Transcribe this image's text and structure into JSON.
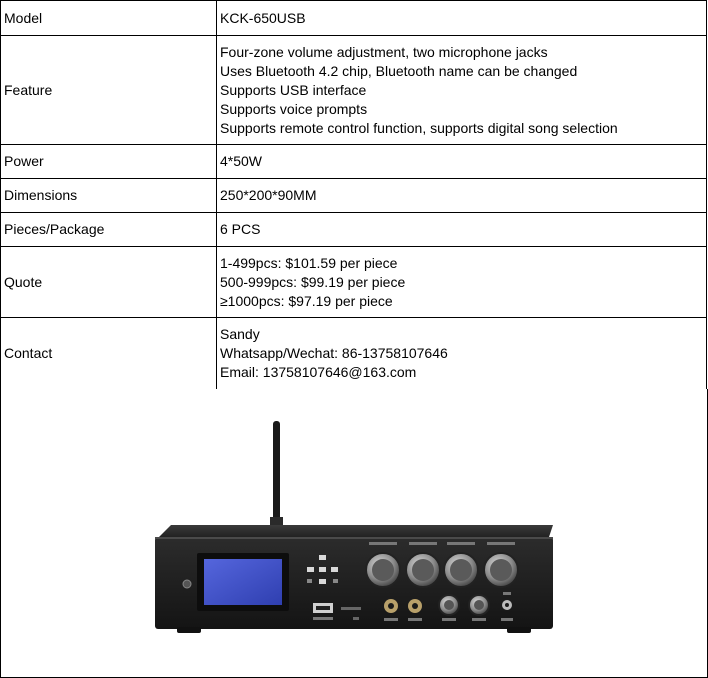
{
  "rows": [
    {
      "label": "Model",
      "lines": [
        "KCK-650USB"
      ],
      "shaded": true
    },
    {
      "label": "Feature",
      "lines": [
        "Four-zone volume adjustment, two microphone jacks",
        "Uses Bluetooth 4.2 chip, Bluetooth name can be changed",
        "Supports USB interface",
        "Supports voice prompts",
        "Supports remote control function, supports digital song selection"
      ],
      "shaded": false
    },
    {
      "label": "Power",
      "lines": [
        "4*50W"
      ],
      "shaded": true
    },
    {
      "label": "Dimensions",
      "lines": [
        "250*200*90MM"
      ],
      "shaded": false
    },
    {
      "label": "Pieces/Package",
      "lines": [
        "6 PCS"
      ],
      "shaded": true
    },
    {
      "label": "Quote",
      "lines": [
        "1-499pcs: $101.59 per piece",
        "500-999pcs: $99.19 per piece",
        "≥1000pcs: $97.19 per piece"
      ],
      "shaded": false
    },
    {
      "label": "Contact",
      "lines": [
        "Sandy",
        "Whatsapp/Wechat: 86-13758107646",
        "Email: 13758107646@163.com"
      ],
      "shaded": true
    }
  ],
  "colors": {
    "shaded_row": "#c4c4c4",
    "amplifier_body": "#1c1c1c",
    "lcd_screen": "#3f51c8"
  }
}
